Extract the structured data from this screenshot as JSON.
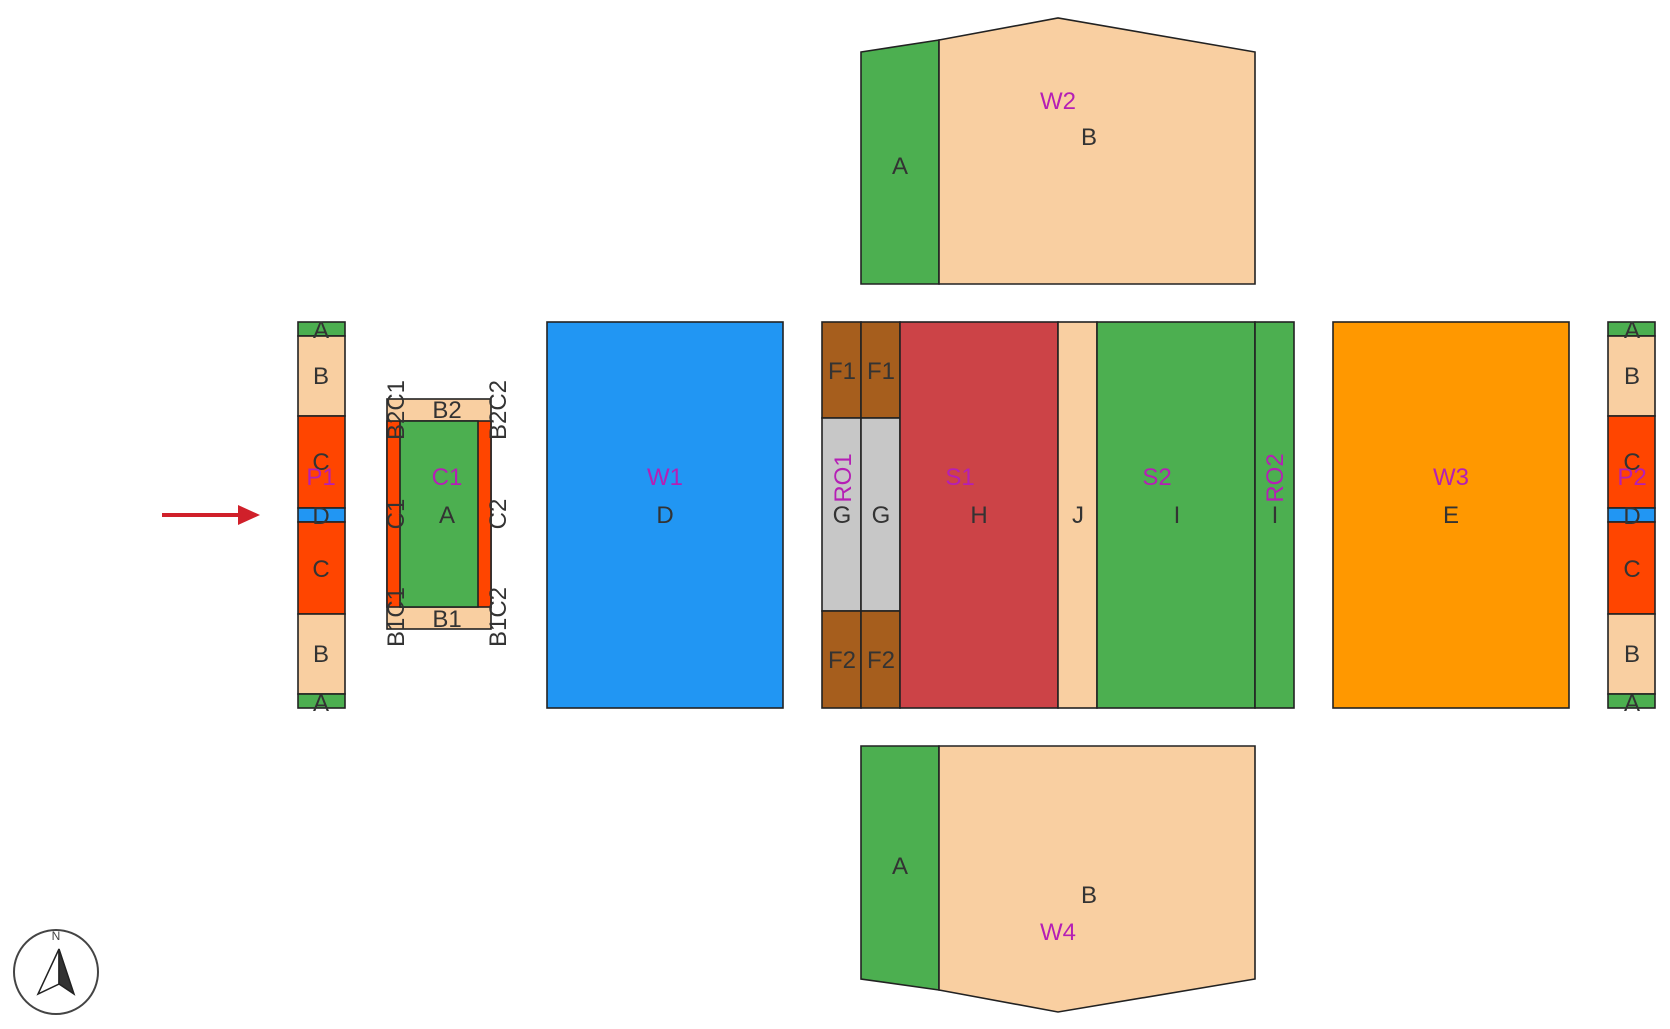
{
  "colors": {
    "green": "#4caf50",
    "peach": "#f9cfa1",
    "red_orange": "#ff4500",
    "blue": "#2196f3",
    "brown": "#a65e1d",
    "gray": "#c7c7c7",
    "crimson": "#cc4347",
    "orange": "#ff9800",
    "zone_label": "#b51fb5",
    "arrow": "#d0202a"
  },
  "icons": {
    "compass": "north-arrow-icon",
    "wind_arrow": "right-arrow-icon"
  },
  "compass_label": "N",
  "P1": {
    "zone": "P1",
    "top_a": "A",
    "top_b": "B",
    "top_c": "C",
    "mid_d": "D",
    "bottom_c": "C",
    "bottom_b": "B",
    "bottom_a": "A"
  },
  "C1": {
    "zone": "C1",
    "center": "A",
    "top": "B2",
    "bottom": "B1",
    "left": "C1",
    "right": "C2",
    "top_left": "B2C1",
    "top_right": "B2C2",
    "bottom_left": "B1C1",
    "bottom_right": "B1C2"
  },
  "W1": {
    "zone": "W1",
    "label": "D"
  },
  "RO1": {
    "zone": "RO1",
    "f1_left": "F1",
    "f1_right": "F1",
    "g_left": "G",
    "g_right": "G",
    "f2_left": "F2",
    "f2_right": "F2"
  },
  "S1": {
    "zone": "S1",
    "label": "H"
  },
  "J": {
    "label": "J"
  },
  "S2": {
    "zone": "S2",
    "label": "I"
  },
  "RO2": {
    "zone": "RO2",
    "label": "I"
  },
  "W3": {
    "zone": "W3",
    "label": "E"
  },
  "P2": {
    "zone": "P2",
    "top_a": "A",
    "top_b": "B",
    "top_c": "C",
    "mid_d": "D",
    "bottom_c": "C",
    "bottom_b": "B",
    "bottom_a": "A"
  },
  "W2": {
    "zone": "W2",
    "a": "A",
    "b": "B"
  },
  "W4": {
    "zone": "W4",
    "a": "A",
    "b": "B"
  }
}
